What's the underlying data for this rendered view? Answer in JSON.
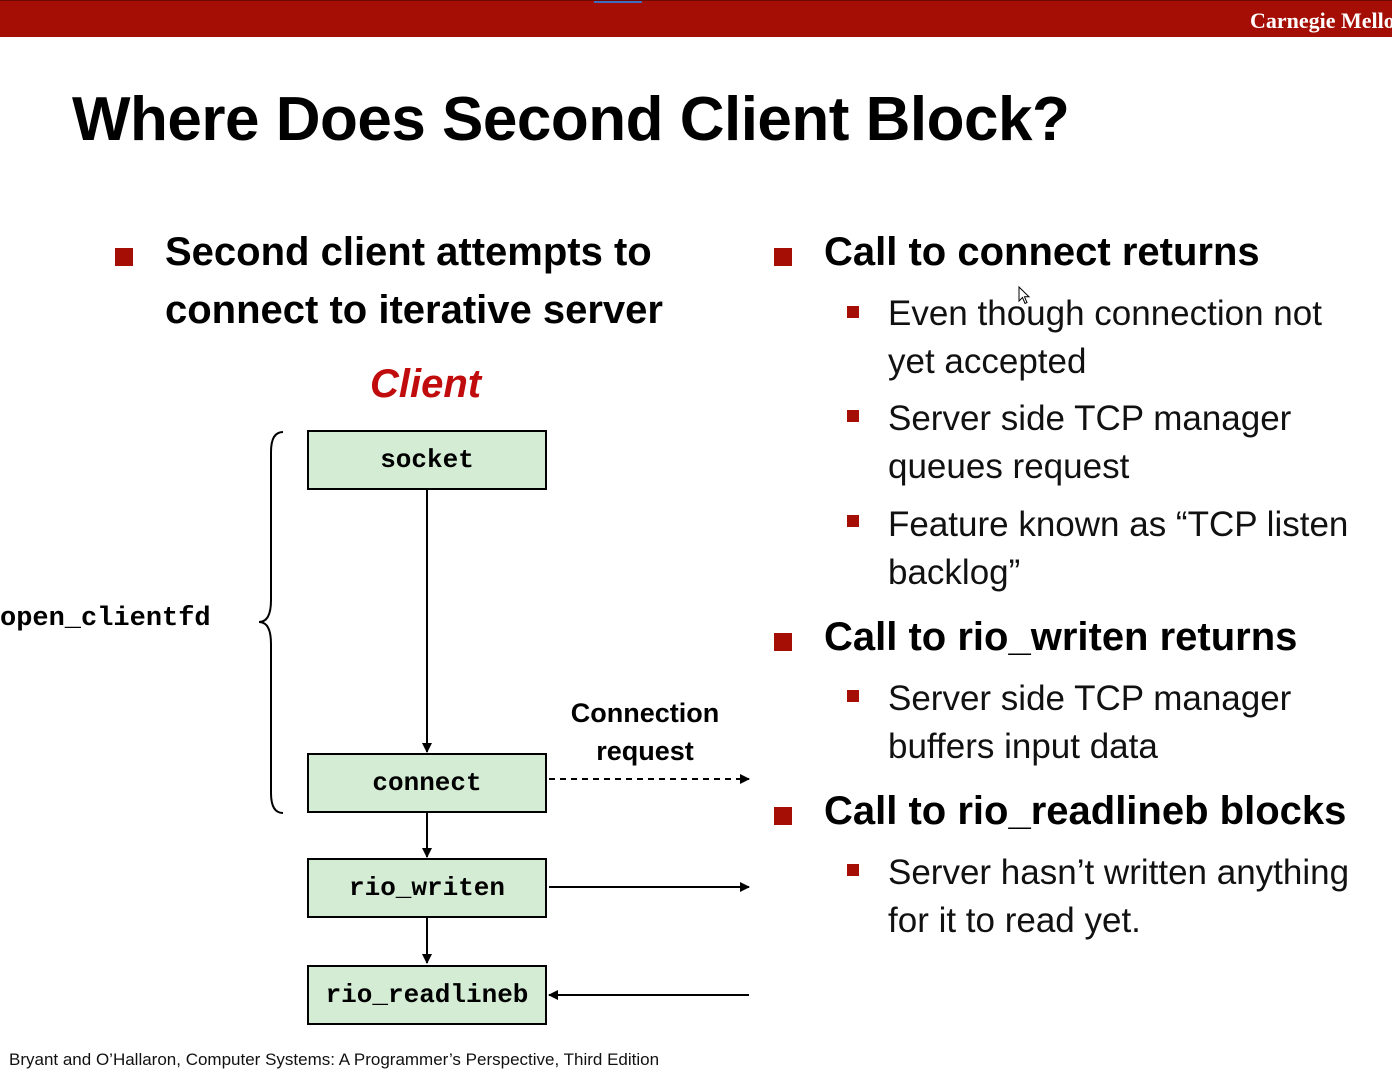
{
  "header": {
    "brand": "Carnegie Mellon"
  },
  "slide": {
    "title": "Where Does Second Client Block?",
    "left_bullet": {
      "line1": "Second client attempts to",
      "line2": "connect to iterative server"
    },
    "right": [
      {
        "heading": "Call to connect returns",
        "subs": [
          {
            "line1": "Even though connection not",
            "line2": "yet accepted"
          },
          {
            "line1": "Server side TCP manager",
            "line2": "queues request"
          },
          {
            "line1": "Feature known as “TCP listen",
            "line2": "backlog”"
          }
        ]
      },
      {
        "heading": "Call to rio_writen returns",
        "subs": [
          {
            "line1": "Server side TCP manager",
            "line2": "buffers input data"
          }
        ]
      },
      {
        "heading": "Call to rio_readlineb blocks",
        "subs": [
          {
            "line1": "Server hasn’t written anything",
            "line2": "for it to read yet."
          }
        ]
      }
    ]
  },
  "diagram": {
    "client_label": "Client",
    "boxes": {
      "socket": "socket",
      "connect": "connect",
      "writen": "rio_writen",
      "readlineb": "rio_readlineb"
    },
    "open_clientfd": "open_clientfd",
    "connection_request": {
      "line1": "Connection",
      "line2": "request"
    }
  },
  "footer": "Bryant and O’Hallaron, Computer Systems: A Programmer’s Perspective, Third Edition",
  "colors": {
    "accent": "#a50e04",
    "client": "#c00c0c",
    "box_fill": "#d4ecd4"
  }
}
